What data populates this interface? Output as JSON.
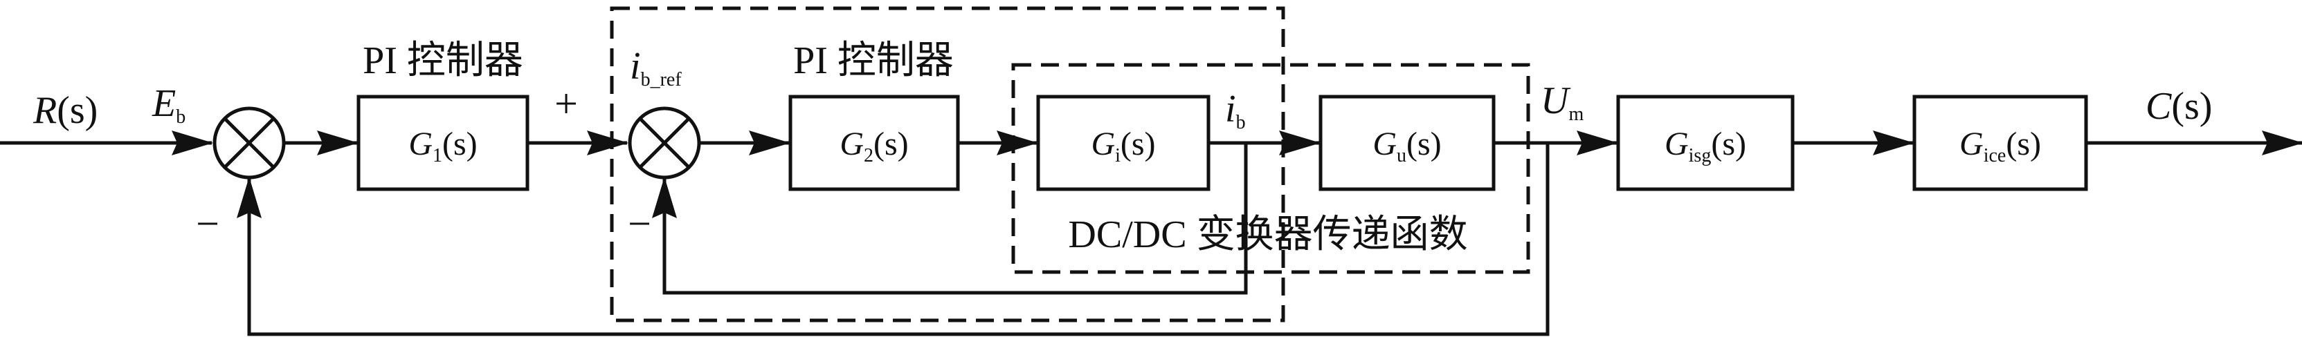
{
  "signals": {
    "R_func": "R",
    "R_arg": "(s)",
    "E_main": "E",
    "E_sub": "b",
    "ib_ref_main": "i",
    "ib_ref_sub": "b_ref",
    "ib_main": "i",
    "ib_sub": "b",
    "Um_main": "U",
    "Um_sub": "m",
    "C_func": "C",
    "C_arg": "(s)"
  },
  "signs": {
    "plus_inner": "+",
    "minus_inner": "−",
    "minus_outer": "−"
  },
  "labels": {
    "pi1": "PI 控制器",
    "pi2": "PI 控制器",
    "dcdc": "DC/DC 变换器传递函数"
  },
  "blocks": {
    "g1": {
      "main": "G",
      "sub": "1",
      "arg": "(s)"
    },
    "g2": {
      "main": "G",
      "sub": "2",
      "arg": "(s)"
    },
    "gi": {
      "main": "G",
      "sub": "i",
      "arg": "(s)"
    },
    "gu": {
      "main": "G",
      "sub": "u",
      "arg": "(s)"
    },
    "gisg": {
      "main": "G",
      "sub": "isg",
      "arg": "(s)"
    },
    "gice": {
      "main": "G",
      "sub": "ice",
      "arg": "(s)"
    }
  }
}
